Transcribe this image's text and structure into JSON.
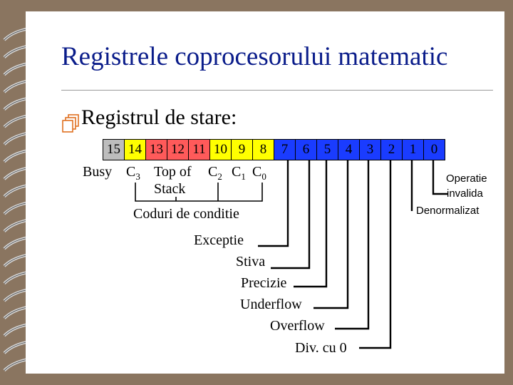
{
  "title": "Registrele coprocesorului matematic",
  "section": "Registrul de stare:",
  "bits": [
    {
      "label": "15",
      "color": "#bdbdbd"
    },
    {
      "label": "14",
      "color": "#ffff00"
    },
    {
      "label": "13",
      "color": "#ff5a5a"
    },
    {
      "label": "12",
      "color": "#ff5a5a"
    },
    {
      "label": "11",
      "color": "#ff5a5a"
    },
    {
      "label": "10",
      "color": "#ffff00"
    },
    {
      "label": "9",
      "color": "#ffff00"
    },
    {
      "label": "8",
      "color": "#ffff00"
    },
    {
      "label": "7",
      "color": "#1a3cff"
    },
    {
      "label": "6",
      "color": "#1a3cff"
    },
    {
      "label": "5",
      "color": "#1a3cff"
    },
    {
      "label": "4",
      "color": "#1a3cff"
    },
    {
      "label": "3",
      "color": "#1a3cff"
    },
    {
      "label": "2",
      "color": "#1a3cff"
    },
    {
      "label": "1",
      "color": "#1a3cff"
    },
    {
      "label": "0",
      "color": "#1a3cff"
    }
  ],
  "labels": {
    "busy": "Busy",
    "c3": "C",
    "c3_sub": "3",
    "top_of": "Top of",
    "stack": "Stack",
    "c2": "C",
    "c2_sub": "2",
    "c1": "C",
    "c1_sub": "1",
    "c0": "C",
    "c0_sub": "0",
    "coduri": "Coduri de conditie",
    "exceptie": "Exceptie",
    "stiva": "Stiva",
    "precizie": "Precizie",
    "underflow": "Underflow",
    "overflow": "Overflow",
    "div0": "Div. cu 0",
    "operatie": "Operatie",
    "invalida": "invalida",
    "denormalizat": "Denormalizat"
  }
}
